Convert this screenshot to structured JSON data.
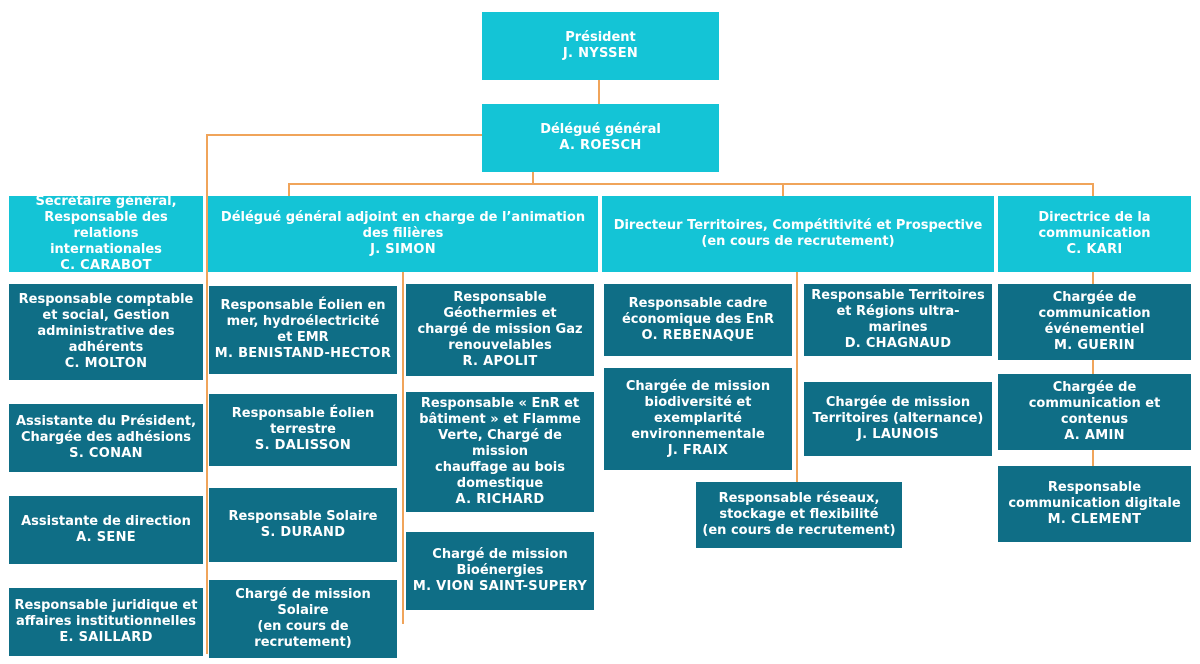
{
  "president": {
    "title": "Président",
    "name": "J. NYSSEN"
  },
  "delegue_general": {
    "title": "Délégué général",
    "name": "A. ROESCH"
  },
  "secretaire": {
    "title": "Secrétaire général,\nResponsable des relations\ninternationales",
    "name": "C. CARABOT"
  },
  "delegue_adjoint": {
    "title": "Délégué général adjoint en charge de l’animation\ndes filières",
    "name": "J. SIMON"
  },
  "directeur_territoires": {
    "title": "Directeur Territoires, Compétitivité et Prospective\n(en cours de recrutement)",
    "name": ""
  },
  "directrice_communication": {
    "title": "Directrice de la\ncommunication",
    "name": "C. KARI"
  },
  "col1": [
    {
      "title": "Responsable comptable\net social, Gestion\nadministrative des\nadhérents",
      "name": "C. MOLTON"
    },
    {
      "title": "Assistante du Président,\nChargée des adhésions",
      "name": "S. CONAN"
    },
    {
      "title": "Assistante de direction",
      "name": "A. SENE"
    },
    {
      "title": "Responsable juridique et\naffaires institutionnelles",
      "name": "E. SAILLARD"
    }
  ],
  "col2": [
    {
      "title": "Responsable Éolien en\nmer, hydroélectricité\net EMR",
      "name": "M. BENISTAND-HECTOR"
    },
    {
      "title": "Responsable Éolien\nterrestre",
      "name": "S. DALISSON"
    },
    {
      "title": "Responsable Solaire",
      "name": "S. DURAND"
    },
    {
      "title": "Chargé de mission\nSolaire\n(en cours de\nrecrutement)",
      "name": ""
    }
  ],
  "col3": [
    {
      "title": "Responsable\nGéothermies et\nchargé de mission Gaz\nrenouvelables",
      "name": "R. APOLIT"
    },
    {
      "title": "Responsable « EnR et\nbâtiment » et Flamme\nVerte, Chargé de mission\nchauffage au bois\ndomestique",
      "name": "A. RICHARD"
    },
    {
      "title": "Chargé de mission\nBioénergies",
      "name": "M. VION SAINT-SUPERY"
    }
  ],
  "col4": [
    {
      "title": "Responsable cadre\néconomique des EnR",
      "name": "O. REBENAQUE"
    },
    {
      "title": "Chargée de mission\nbiodiversité et\nexemplarité\nenvironnementale",
      "name": "J. FRAIX"
    },
    {
      "title": "Responsable réseaux,\nstockage et flexibilité\n(en cours de recrutement)",
      "name": ""
    }
  ],
  "col5": [
    {
      "title": "Responsable Territoires\net Régions ultra-marines",
      "name": "D. CHAGNAUD"
    },
    {
      "title": "Chargée de mission\nTerritoires (alternance)",
      "name": "J. LAUNOIS"
    }
  ],
  "col6": [
    {
      "title": "Chargée de\ncommunication\névénementiel",
      "name": "M. GUERIN"
    },
    {
      "title": "Chargée de\ncommunication et\ncontenus",
      "name": "A. AMIN"
    },
    {
      "title": "Responsable\ncommunication digitale",
      "name": "M. CLEMENT"
    }
  ],
  "colors": {
    "header": "#14c4d6",
    "staff": "#0f6e86",
    "connector": "#f0a45a"
  }
}
